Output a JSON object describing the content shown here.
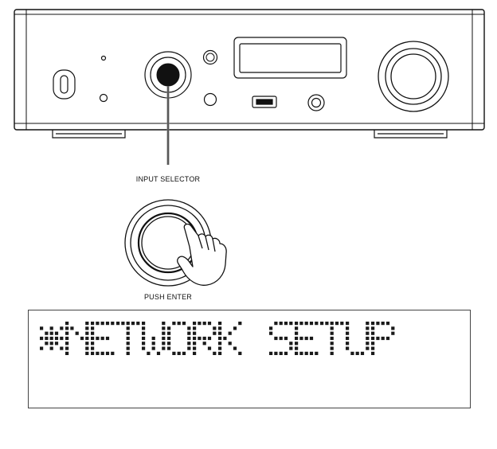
{
  "labels": {
    "input_selector": "INPUT SELECTOR",
    "push_enter": "PUSH ENTER"
  },
  "display": {
    "text": "*NETWORK SETUP"
  },
  "colors": {
    "line": "#111111",
    "display_dots": "#1a1a1a"
  }
}
